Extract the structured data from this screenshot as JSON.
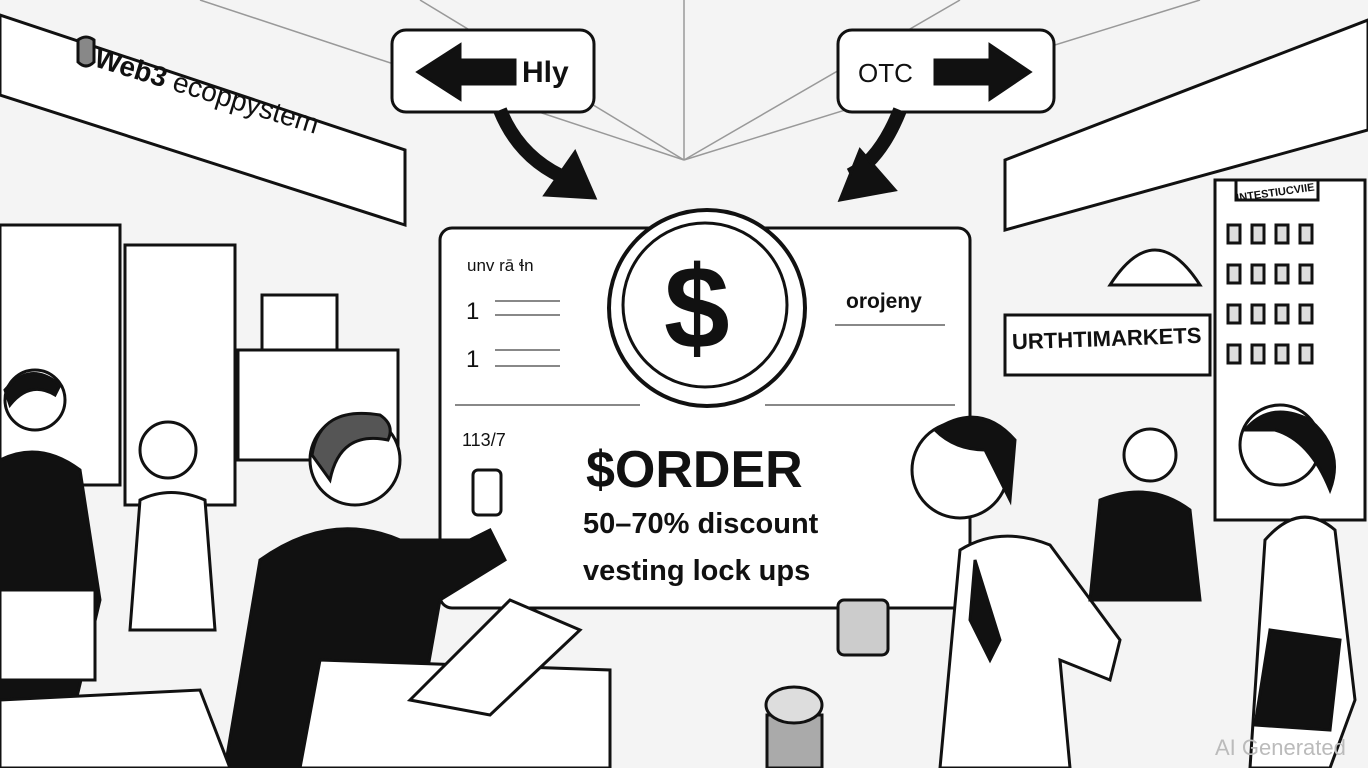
{
  "signs": {
    "ecosystem_brand": "Web3",
    "ecosystem_word": "ecoppystem",
    "left_arrow_label": "Hly",
    "right_arrow_label": "OTC",
    "markets": "URTHTIMARKETS",
    "institution": "INTESTIUCVIIE"
  },
  "board": {
    "header": "unv rā ɬn",
    "list_numbers": [
      "1",
      "1"
    ],
    "right_label": "orojeny",
    "handwritten": "113/7",
    "coin_symbol": "$",
    "ticker": "$ORDER",
    "discount": "50–70% discount",
    "vesting": "vesting lock ups"
  },
  "watermark": "AI Generated",
  "colors": {
    "ink": "#111111",
    "paper": "#f4f4f4",
    "shade": "#cfcfcf"
  }
}
